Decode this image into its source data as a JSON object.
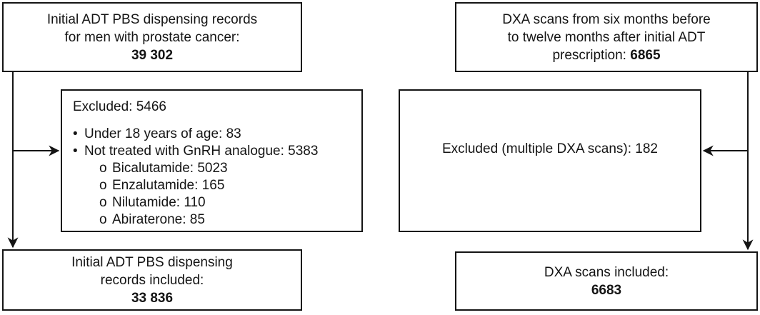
{
  "colors": {
    "border": "#141414",
    "text": "#141414",
    "arrow": "#141414",
    "background": "#ffffff"
  },
  "left_flow": {
    "source_box": {
      "line1": "Initial ADT PBS dispensing records",
      "line2": "for men with prostate cancer:",
      "count": "39 302"
    },
    "excluded_box": {
      "title": "Excluded: 5466",
      "bullet_char": "•",
      "sub_bullet_char": "o",
      "items": [
        "Under 18 years of age: 83",
        "Not treated with GnRH analogue: 5383"
      ],
      "sub_items": [
        "Bicalutamide: 5023",
        "Enzalutamide: 165",
        "Nilutamide: 110",
        "Abiraterone: 85"
      ]
    },
    "result_box": {
      "line1": "Initial ADT PBS dispensing",
      "line2": "records included:",
      "count": "33 836"
    }
  },
  "right_flow": {
    "source_box": {
      "line1": "DXA scans from six months before",
      "line2": "to twelve months after initial ADT",
      "line3_label": "prescription: ",
      "count": "6865"
    },
    "excluded_box": {
      "label": "Excluded (multiple DXA scans): 182"
    },
    "result_box": {
      "line1": "DXA scans included:",
      "count": "6683"
    }
  }
}
